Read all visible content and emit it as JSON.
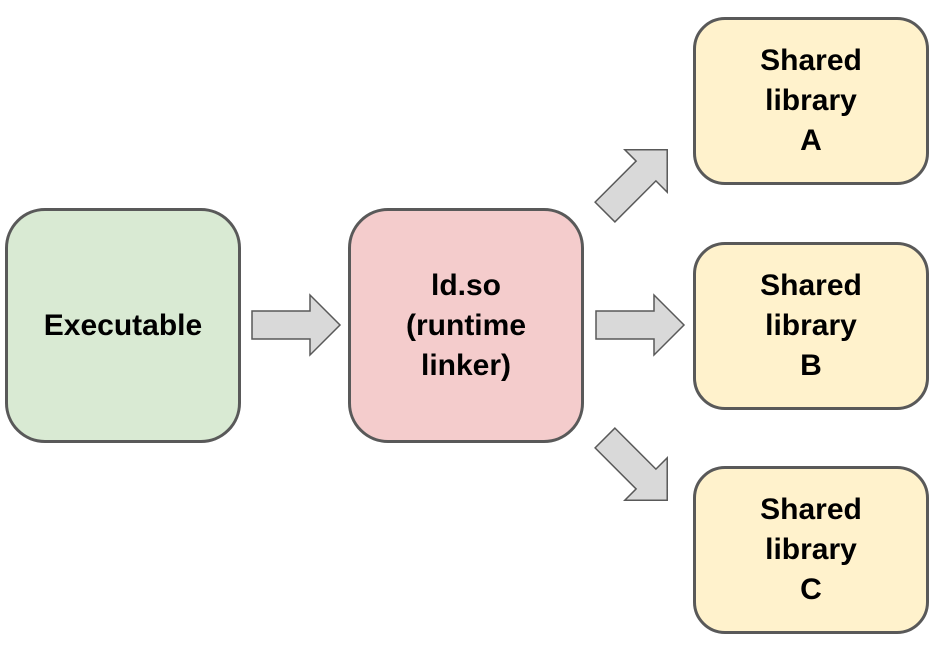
{
  "nodes": {
    "executable": {
      "label": "Executable",
      "fill": "#d9ead3"
    },
    "linker": {
      "label": "ld.so\n(runtime\nlinker)",
      "fill": "#f4cccc"
    },
    "lib_a": {
      "label": "Shared\nlibrary\nA",
      "fill": "#fff2cc"
    },
    "lib_b": {
      "label": "Shared\nlibrary\nB",
      "fill": "#fff2cc"
    },
    "lib_c": {
      "label": "Shared\nlibrary\nC",
      "fill": "#fff2cc"
    }
  },
  "colors": {
    "border": "#595959",
    "arrow_fill": "#d9d9d9",
    "arrow_stroke": "#595959"
  },
  "edges": [
    {
      "from": "executable",
      "to": "linker"
    },
    {
      "from": "linker",
      "to": "lib_a"
    },
    {
      "from": "linker",
      "to": "lib_b"
    },
    {
      "from": "linker",
      "to": "lib_c"
    }
  ]
}
